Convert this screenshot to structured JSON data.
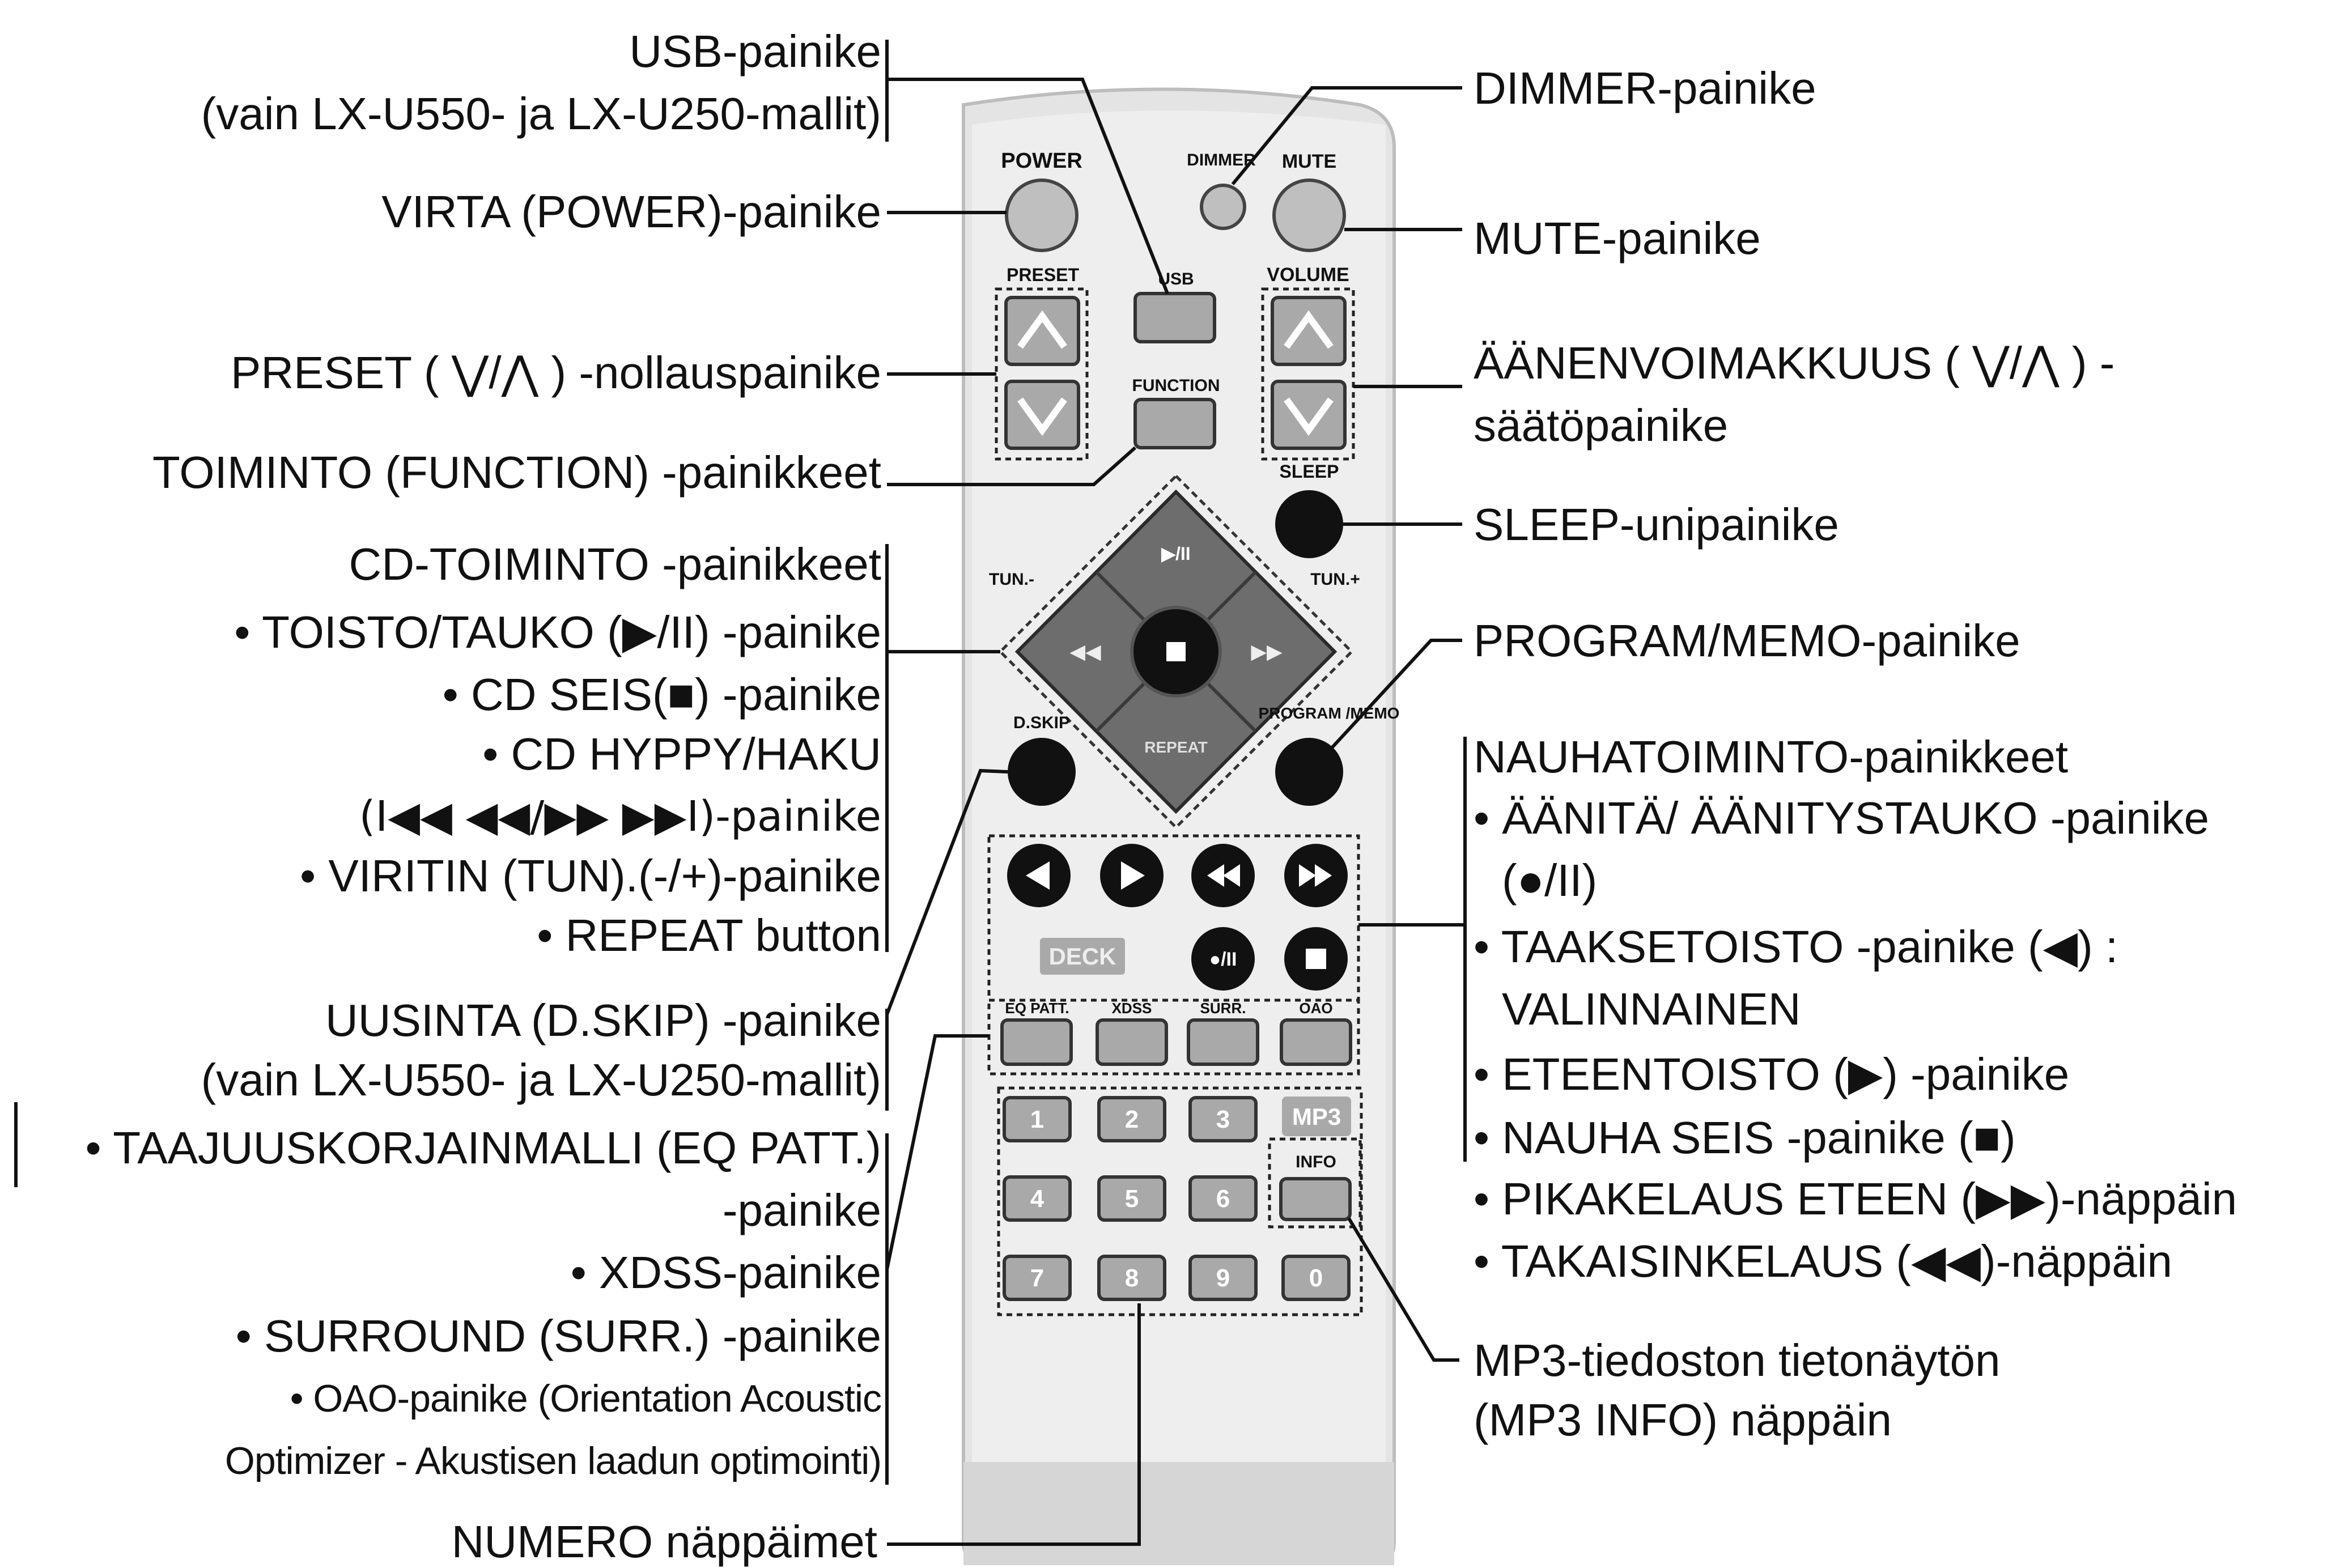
{
  "remote": {
    "power_label": "POWER",
    "dimmer_label": "DIMMER",
    "mute_label": "MUTE",
    "preset_label": "PRESET",
    "usb_label": "USB",
    "volume_label": "VOLUME",
    "function_label": "FUNCTION",
    "sleep_label": "SLEEP",
    "tun_minus_label": "TUN.-",
    "tun_plus_label": "TUN.+",
    "dskip_label": "D.SKIP",
    "program_memo_label": "PROGRAM /MEMO",
    "play_pause_label": "▶/II",
    "repeat_label": "REPEAT",
    "deck_label": "DECK",
    "record_pause_label": "●/II",
    "eq_patt_label": "EQ PATT.",
    "xdss_label": "XDSS",
    "surr_label": "SURR.",
    "oao_label": "OAO",
    "mp3_label": "MP3",
    "info_label": "INFO",
    "numbers": [
      "1",
      "2",
      "3",
      "4",
      "5",
      "6",
      "7",
      "8",
      "9",
      "0"
    ]
  },
  "callouts_left": {
    "usb_button": "USB-painike",
    "usb_models": "(vain LX-U550- ja LX-U250-mallit)",
    "power_button": "VIRTA (POWER)-painike",
    "preset_button": "PRESET ( ⋁/⋀ ) -nollauspainike",
    "function_buttons": "TOIMINTO (FUNCTION) -painikkeet",
    "cd_functions": "CD-TOIMINTO -painikkeet",
    "cd_play_pause": "• TOISTO/TAUKO (▶/II) -painike",
    "cd_stop": "• CD SEIS(■) -painike",
    "cd_skip_search": "• CD HYPPY/HAKU",
    "cd_skip_symbols": "(I◀◀  ◀◀/▶▶  ▶▶I)-painike",
    "tuner": "• VIRITIN (TUN).(-/+)-painike",
    "repeat": "• REPEAT button",
    "dskip_button": "UUSINTA (D.SKIP) -painike",
    "dskip_models": "(vain LX-U550- ja LX-U250-mallit)",
    "eq_patt": "• TAAJUUSKORJAINMALLI (EQ PATT.)",
    "eq_patt_suffix": "-painike",
    "xdss": "• XDSS-painike",
    "surround": "• SURROUND (SURR.) -painike",
    "oao_line1": "• OAO-painike (Orientation Acoustic",
    "oao_line2": "Optimizer - Akustisen laadun optimointi)",
    "number_keys": "NUMERO näppäimet"
  },
  "callouts_right": {
    "dimmer_button": "DIMMER-painike",
    "mute_button": "MUTE-painike",
    "volume_line1": "ÄÄNENVOIMAKKUUS ( ⋁/⋀ ) -",
    "volume_line2": "säätöpainike",
    "sleep_button": "SLEEP-unipainike",
    "program_memo": "PROGRAM/MEMO-painike",
    "tape_functions": "NAUHATOIMINTO-painikkeet",
    "record_pause_line1": "• ÄÄNITÄ/ ÄÄNITYSTAUKO -painike",
    "record_pause_line2": "(●/II)",
    "reverse_play_line1": "• TAAKSETOISTO -painike (◀) :",
    "reverse_play_line2": "VALINNAINEN",
    "forward_play": "• ETEENTOISTO (▶) -painike",
    "tape_stop": "• NAUHA SEIS -painike (■)",
    "fast_forward": "• PIKAKELAUS ETEEN (▶▶)-näppäin",
    "rewind": "• TAKAISINKELAUS (◀◀)-näppäin",
    "mp3_info_line1": "MP3-tiedoston tietonäytön",
    "mp3_info_line2": "(MP3 INFO) näppäin"
  }
}
